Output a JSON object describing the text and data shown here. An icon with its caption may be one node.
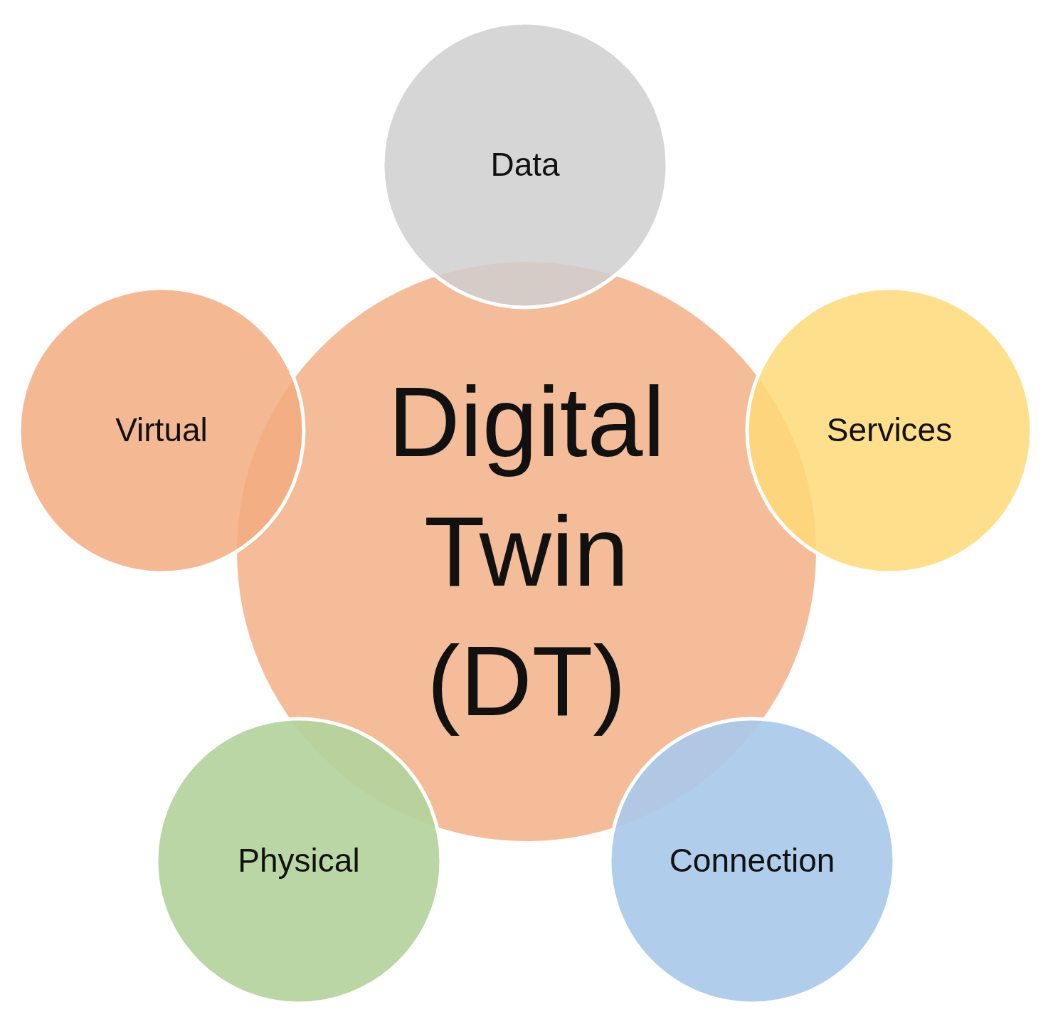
{
  "diagram": {
    "nodes": [
      {
        "text": [
          "Data"
        ]
      },
      {
        "text": [
          "Virtual"
        ]
      },
      {
        "text": [
          "Digital Twin (DT)"
        ]
      },
      {
        "text": [
          "Services"
        ]
      },
      {
        "text": [
          "Physical"
        ]
      },
      {
        "text": [
          "Connection"
        ]
      }
    ]
  }
}
